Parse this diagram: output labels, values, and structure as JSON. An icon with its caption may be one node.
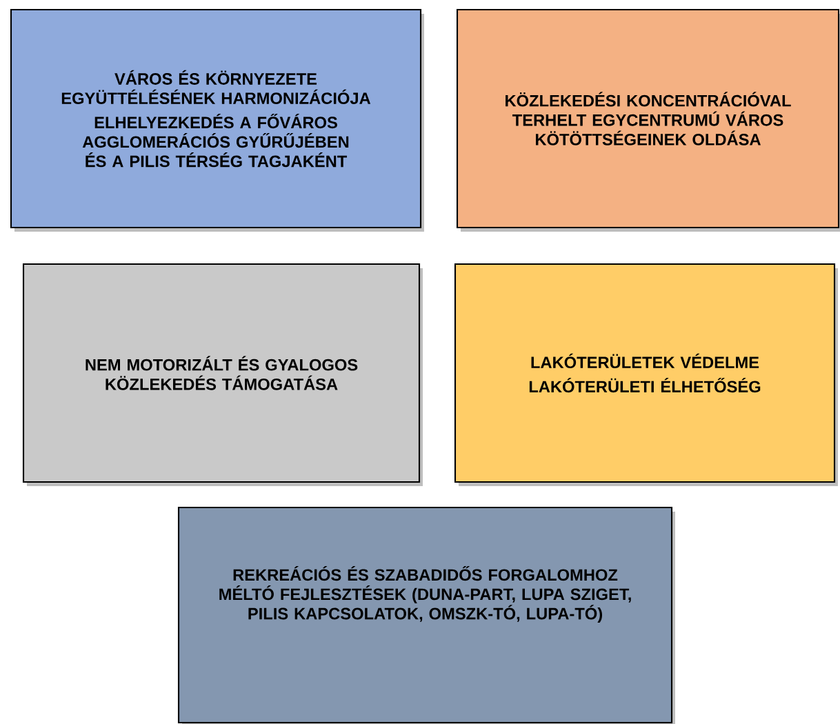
{
  "diagram": {
    "nodes": [
      {
        "text": [
          "VÁROS ÉS KÖRNYEZETE EGYÜTTÉLÉSÉNEK HARMONIZÁCIÓJA",
          "ELHELYEZKEDÉS A FŐVÁROS AGGLOMERÁCIÓS GYŰRŰJÉBEN ÉS A PILIS TÉRSÉG TAGJAKÉNT"
        ]
      },
      {
        "text": [
          "KÖZLEKEDÉSI KONCENTRÁCIÓVAL TERHELT EGYCENTRUMÚ VÁROS KÖTÖTTSÉGEINEK OLDÁSA"
        ]
      },
      {
        "text": [
          "NEM MOTORIZÁLT ÉS GYALOGOS KÖZLEKEDÉS TÁMOGATÁSA"
        ]
      },
      {
        "text": [
          "LAKÓTERÜLETEK VÉDELME",
          "LAKÓTERÜLETI ÉLHETŐSÉG"
        ]
      },
      {
        "text": [
          "REKREÁCIÓS ÉS SZABADIDŐS FORGALOMHOZ MÉLTÓ FEJLESZTÉSEK (DUNA-PART, LUPA SZIGET, PILIS KAPCSOLATOK, OMSZK-TÓ, LUPA-TÓ)"
        ]
      }
    ]
  }
}
